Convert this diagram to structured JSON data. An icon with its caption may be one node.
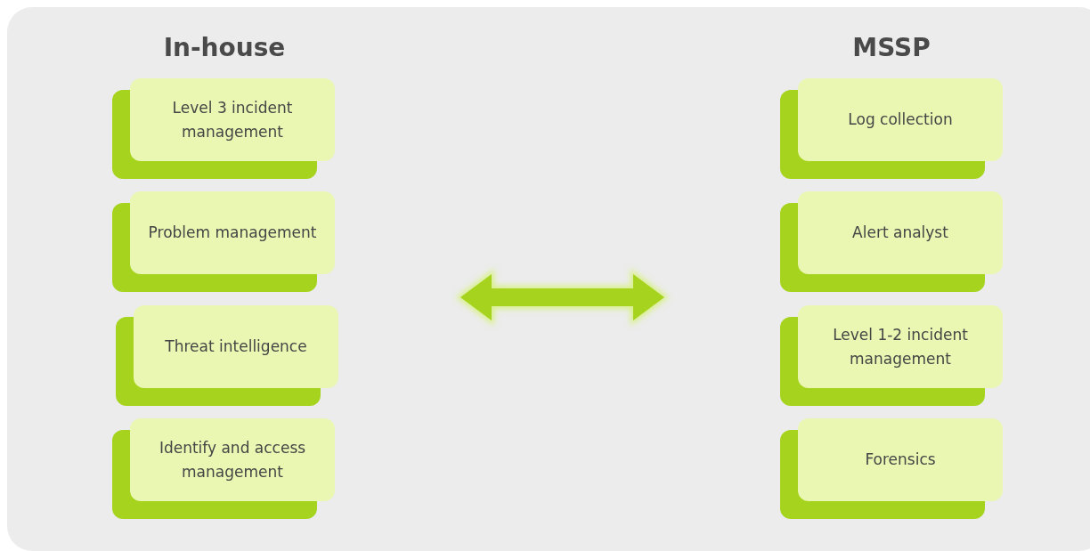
{
  "diagram": {
    "nodes": [
      {
        "text": [
          "Level 3 incident management"
        ]
      },
      {
        "text": [
          "Problem management"
        ]
      },
      {
        "text": [
          "Threat intelligence"
        ]
      },
      {
        "text": [
          "Identify and access management"
        ]
      },
      {
        "text": [
          "Log collection"
        ]
      },
      {
        "text": [
          "Alert analyst"
        ]
      },
      {
        "text": [
          "Level 1-2 incident management"
        ]
      },
      {
        "text": [
          "Forensics"
        ]
      }
    ],
    "labels": [
      "In-house",
      "MSSP"
    ]
  }
}
